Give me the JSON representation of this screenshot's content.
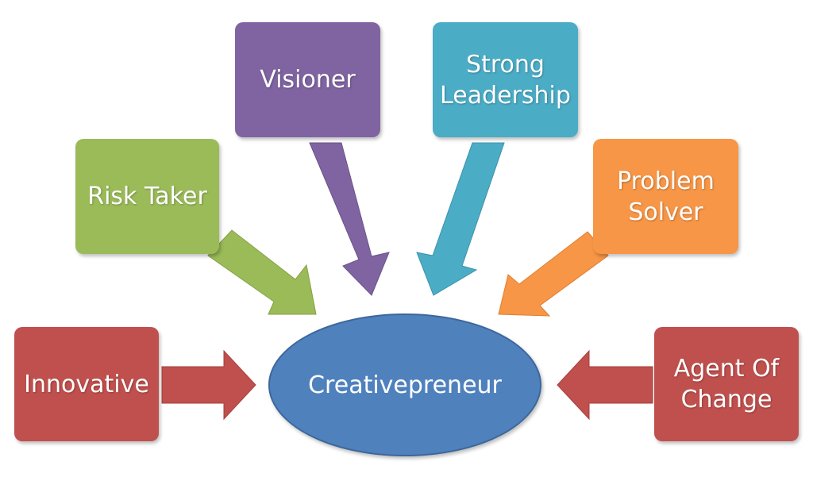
{
  "diagram": {
    "center_label": "Creativepreneur",
    "nodes": {
      "visioner": "Visioner",
      "strong_leadership": "Strong\nLeadership",
      "risk_taker": "Risk Taker",
      "problem_solver": "Problem\nSolver",
      "innovative": "Innovative",
      "agent_of_change": "Agent Of\nChange"
    },
    "colors": {
      "visioner": "#8064a2",
      "strong_leadership": "#4bacc6",
      "risk_taker": "#9bbb59",
      "problem_solver": "#f79646",
      "innovative": "#c0504d",
      "agent_of_change": "#c0504d",
      "center": "#4f81bd"
    }
  }
}
